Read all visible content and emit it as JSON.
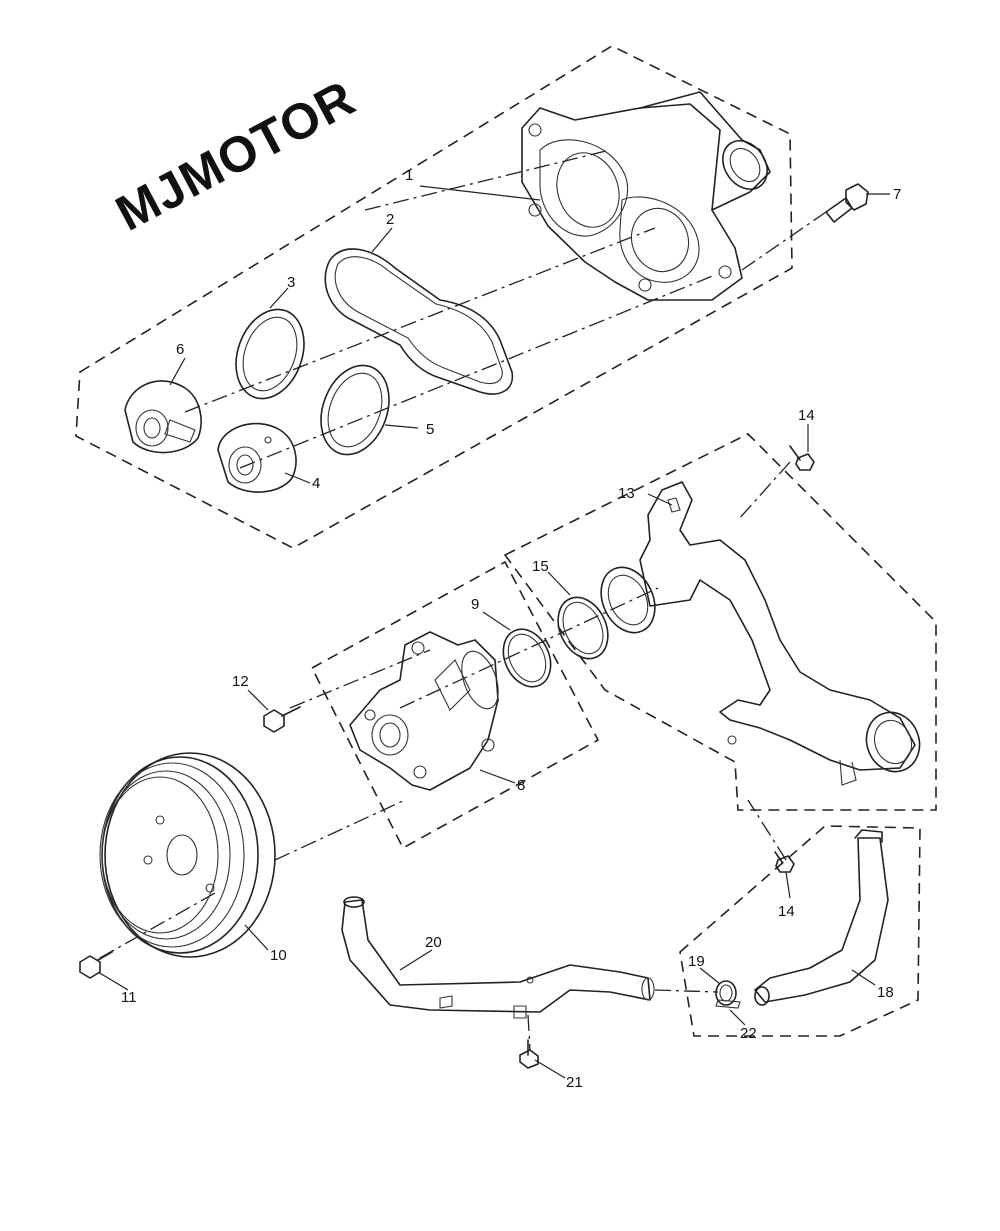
{
  "brand": {
    "watermark_text": "MJMOTOR"
  },
  "callouts": {
    "c1": "1",
    "c2": "2",
    "c3": "3",
    "c4": "4",
    "c5": "5",
    "c6": "6",
    "c7": "7",
    "c8": "8",
    "c9": "9",
    "c10": "10",
    "c11": "11",
    "c12": "12",
    "c13": "13",
    "c14a": "14",
    "c14b": "14",
    "c15": "15",
    "c18": "18",
    "c19": "19",
    "c20": "20",
    "c21": "21",
    "c22": "22"
  },
  "colors": {
    "line": "#222222",
    "background": "#ffffff"
  }
}
